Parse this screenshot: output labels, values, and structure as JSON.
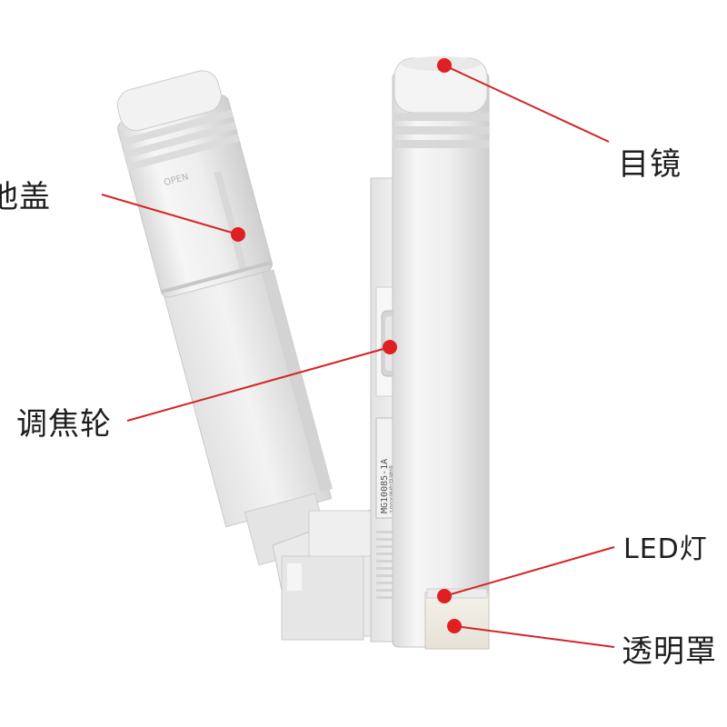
{
  "image": {
    "subject": "pocket microscope product photo with callout labels",
    "accent_color": "#e02020",
    "body_color": "#eeeeee",
    "shadow_color": "#cfcfcf"
  },
  "callouts": {
    "battery_cover": "池盖",
    "eyepiece": "目镜",
    "focus_wheel": "调焦轮",
    "led_light": "LED灯",
    "clear_cover": "透明罩"
  },
  "device": {
    "model_label": "MG10085-1A",
    "subtitle_label": "100X迷你显微镜",
    "open_mark": "OPEN"
  }
}
